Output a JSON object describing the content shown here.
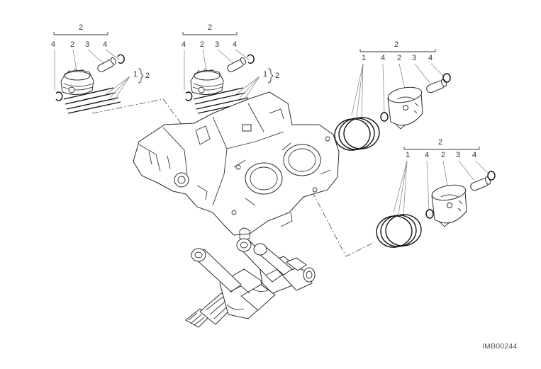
{
  "diagram": {
    "drawing_code": "IMB00244",
    "callouts": {
      "piston_kit": "2",
      "rings": "1",
      "pin": "3",
      "circlip": "4"
    },
    "icons": {
      "cylinder_block": "cylinder-block-illustration",
      "crankshaft": "crankshaft-illustration",
      "piston": "piston-illustration"
    }
  }
}
